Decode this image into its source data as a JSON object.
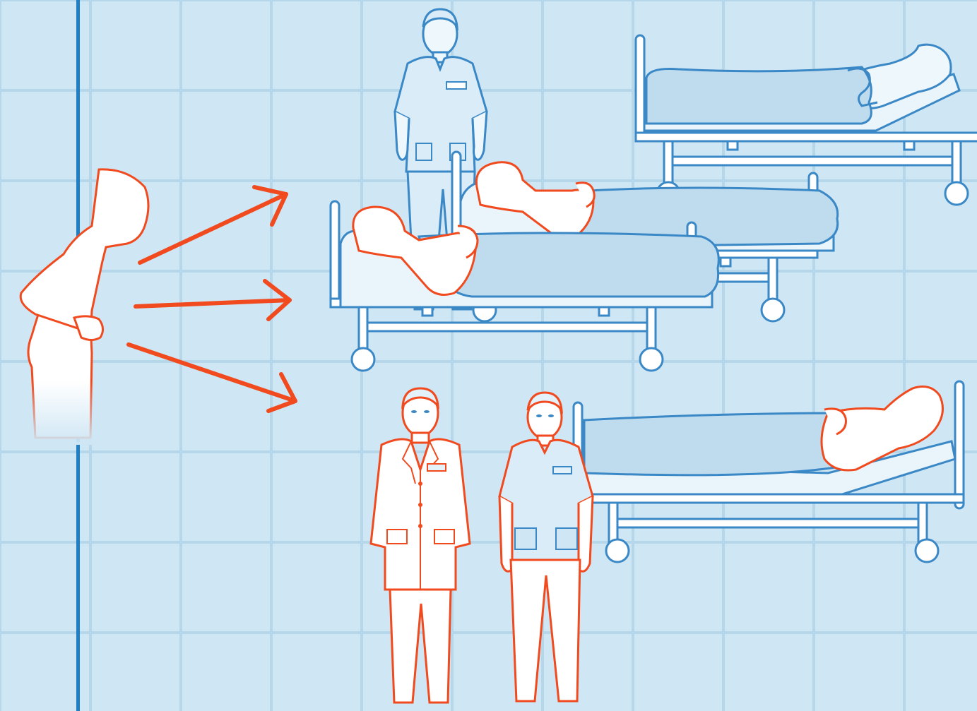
{
  "colors": {
    "background": "#cfe6f4",
    "tile_grid": "#b6d6ea",
    "wall_line": "#1e7fc4",
    "staff_muted_stroke": "#3b88c6",
    "staff_muted_fill": "#e3f1fa",
    "highlight_stroke": "#f04a1e",
    "highlight_fill": "#ffffff",
    "bed_stroke": "#3b88c6",
    "bed_fill": "#e9f4fb",
    "blanket_fill": "#bfdcef"
  },
  "figures": {
    "patient_standing": {
      "role": "sick-patient",
      "icon": "person-bent-over-icon",
      "highlighted": true
    },
    "nurse_top": {
      "role": "nurse",
      "icon": "nurse-icon",
      "highlighted": false
    },
    "doctor_bottom": {
      "role": "doctor",
      "icon": "doctor-coat-icon",
      "highlighted": true
    },
    "nurse_bottom": {
      "role": "nurse",
      "icon": "nurse-icon",
      "highlighted": true
    }
  },
  "beds": [
    {
      "id": "bed-back",
      "patient_highlighted": false
    },
    {
      "id": "bed-middle",
      "patient_highlighted": true
    },
    {
      "id": "bed-front",
      "patient_highlighted": true
    },
    {
      "id": "bed-bottom-right",
      "patient_highlighted": true
    }
  ],
  "arrows": [
    {
      "id": "arrow-up",
      "icon": "arrow-right-icon"
    },
    {
      "id": "arrow-middle",
      "icon": "arrow-right-icon"
    },
    {
      "id": "arrow-down",
      "icon": "arrow-right-icon"
    }
  ]
}
